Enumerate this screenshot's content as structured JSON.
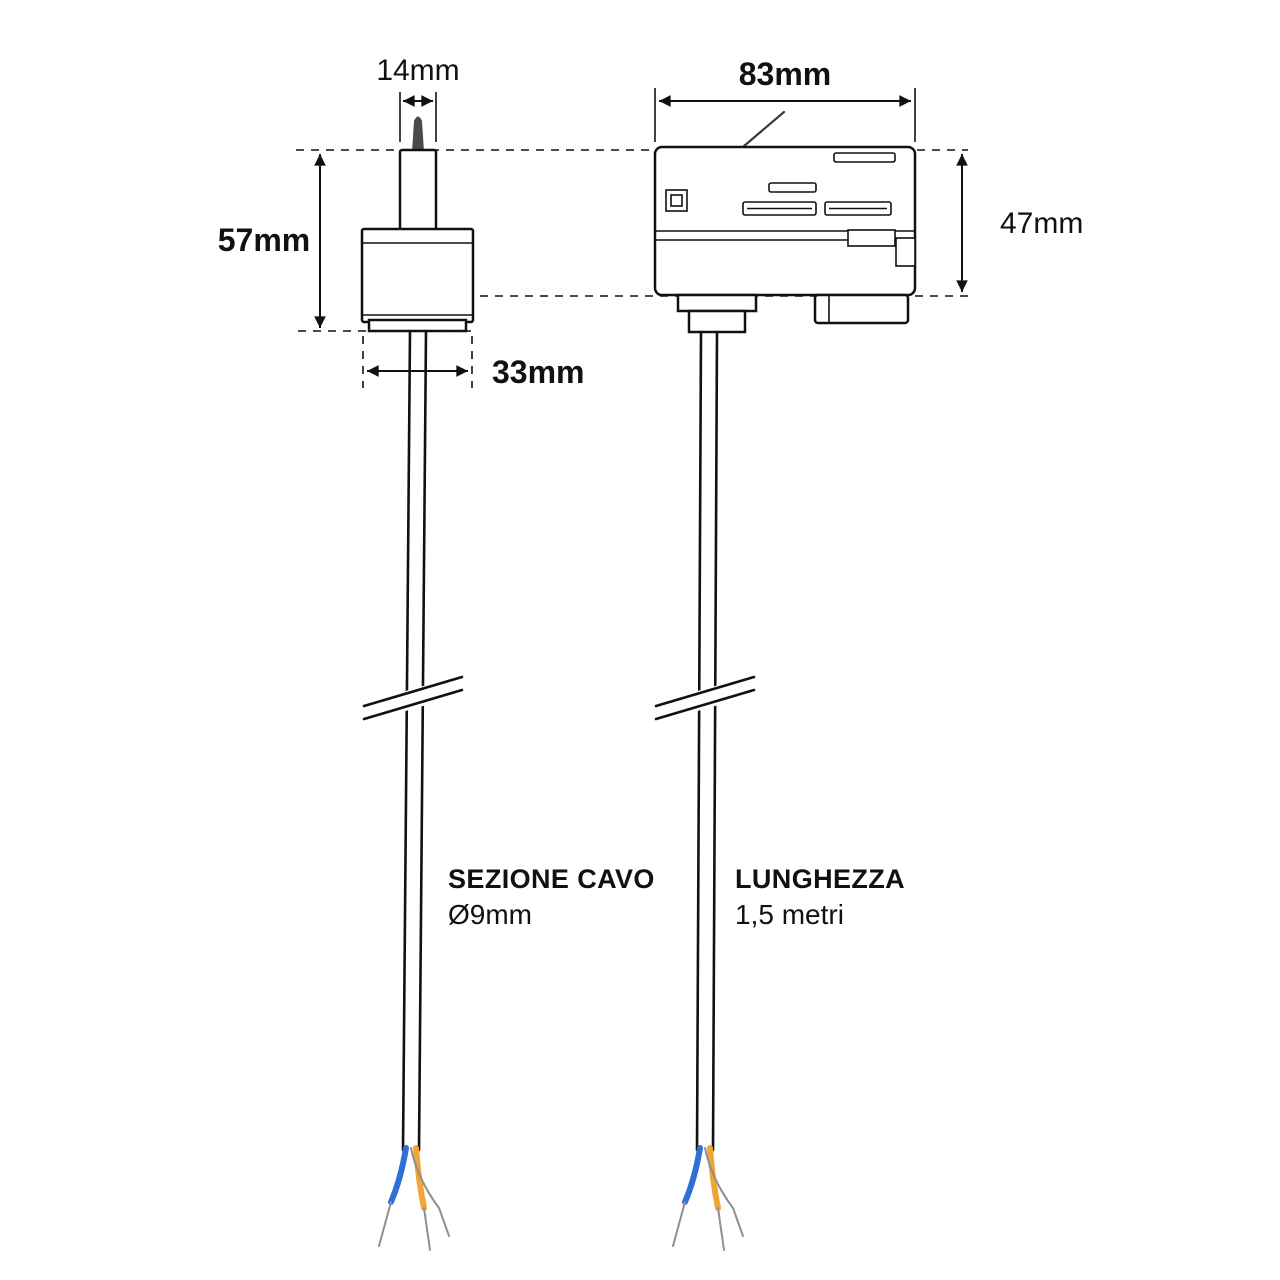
{
  "diagram": {
    "dimensions": {
      "pin_width": "14mm",
      "adapter_width": "83mm",
      "plug_height": "57mm",
      "adapter_height": "47mm",
      "plug_width": "33mm"
    },
    "annotations": {
      "cable_section_label": "SEZIONE CAVO",
      "cable_section_value": "Ø9mm",
      "cable_length_label": "LUNGHEZZA",
      "cable_length_value": "1,5 metri"
    },
    "colors": {
      "line": "#111111",
      "pin": "#4a4a4a",
      "wire_blue": "#2e6fd8",
      "wire_orange": "#f0a637",
      "wire_bare": "#8f8f8f",
      "background": "#ffffff"
    }
  }
}
